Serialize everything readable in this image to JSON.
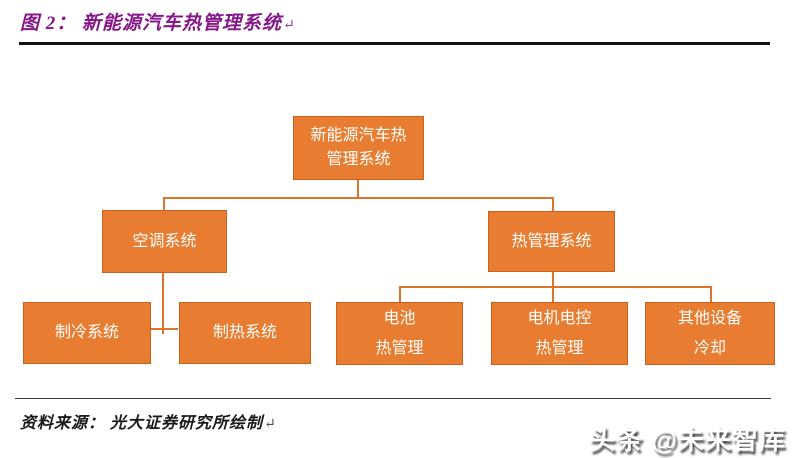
{
  "header": {
    "title": "图 2： 新能源汽车热管理系统",
    "return_mark": "↵",
    "title_color": "#86198A"
  },
  "diagram": {
    "type": "org-tree",
    "box_fill": "#E87D31",
    "box_border": "#CB6120",
    "line_color": "#DF742C",
    "text_color": "#FFFFFF",
    "nodes": {
      "root": {
        "lines": [
          "新能源汽车热",
          "管理系统"
        ]
      },
      "ac_system": {
        "label": "空调系统"
      },
      "thermal_system": {
        "label": "热管理系统"
      },
      "cooling": {
        "label": "制冷系统"
      },
      "heating": {
        "label": "制热系统"
      },
      "battery": {
        "lines": [
          "电池",
          "热管理"
        ]
      },
      "motor": {
        "lines": [
          "电机电控",
          "热管理"
        ]
      },
      "other": {
        "lines": [
          "其他设备",
          "冷却"
        ]
      }
    },
    "hierarchy": {
      "新能源汽车热管理系统": {
        "空调系统": [
          "制冷系统",
          "制热系统"
        ],
        "热管理系统": [
          "电池热管理",
          "电机电控热管理",
          "其他设备冷却"
        ]
      }
    }
  },
  "footer": {
    "source": "资料来源： 光大证券研究所绘制",
    "return_mark": "↵",
    "watermark": "头条 @未来智库"
  }
}
